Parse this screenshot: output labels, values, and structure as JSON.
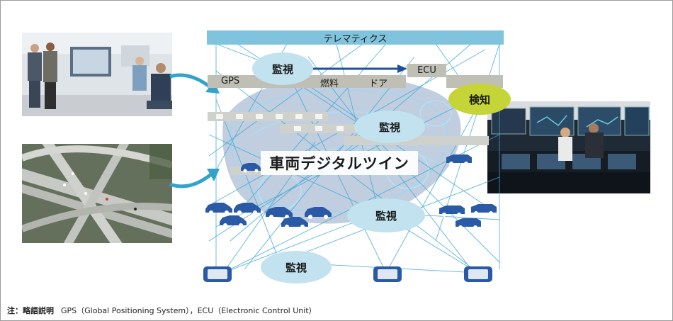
{
  "diagram": {
    "band_telematics": "テレマティクス",
    "band_gps": "GPS",
    "band_fuel": "燃料",
    "band_door": "ドア",
    "band_ecu": "ECU",
    "monitor_label": "監視",
    "detect_label": "検知",
    "twin_title": "車両デジタルツイン"
  },
  "note": {
    "prefix": "注：略語説明",
    "text": "GPS（Global Positioning System），ECU（Electronic Control Unit）"
  },
  "colors": {
    "telematics": "#7fc3dd",
    "bubble": "#c2e2f0",
    "detect": "#c5d436",
    "network_line": "#3fa9d6",
    "car_icon": "#2a5aa5",
    "band": "#bfbfb6"
  },
  "icons": [
    "car-icon",
    "truck-icon",
    "smartphone-icon",
    "arrow-icon"
  ]
}
